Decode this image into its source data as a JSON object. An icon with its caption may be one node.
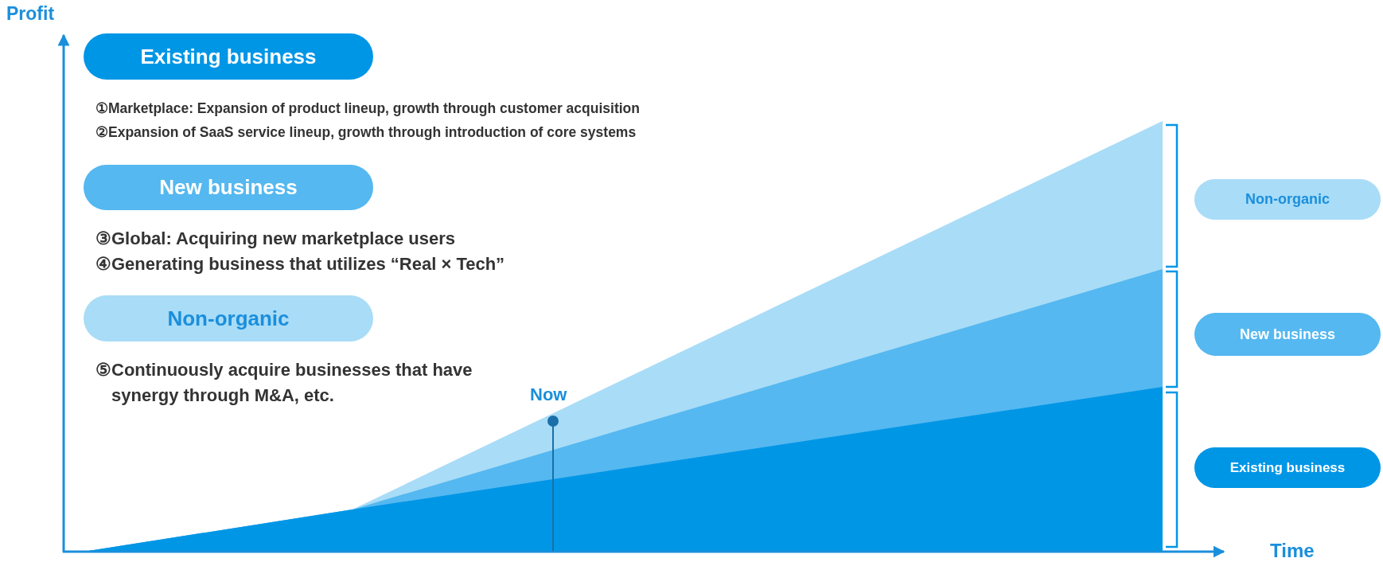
{
  "diagram": {
    "nodes": [
      {
        "text": [
          "Existing business"
        ],
        "beside": [
          "①Marketplace: Expansion of product lineup, growth through customer acquisition",
          "②Expansion of SaaS service lineup, growth through introduction of core systems"
        ]
      },
      {
        "text": [
          "New business"
        ],
        "beside": [
          "③Global: Acquiring new marketplace users",
          "④Generating business that utilizes “Real × Tech”"
        ]
      },
      {
        "text": [
          "Non-organic"
        ],
        "beside": [
          "⑤Continuously acquire businesses that have synergy through M&A, etc."
        ]
      },
      {
        "text": [
          "Non-organic"
        ]
      },
      {
        "text": [
          "New business"
        ]
      },
      {
        "text": [
          "Existing business"
        ]
      }
    ],
    "labels": [
      "Profit",
      "Now",
      "Time"
    ]
  }
}
